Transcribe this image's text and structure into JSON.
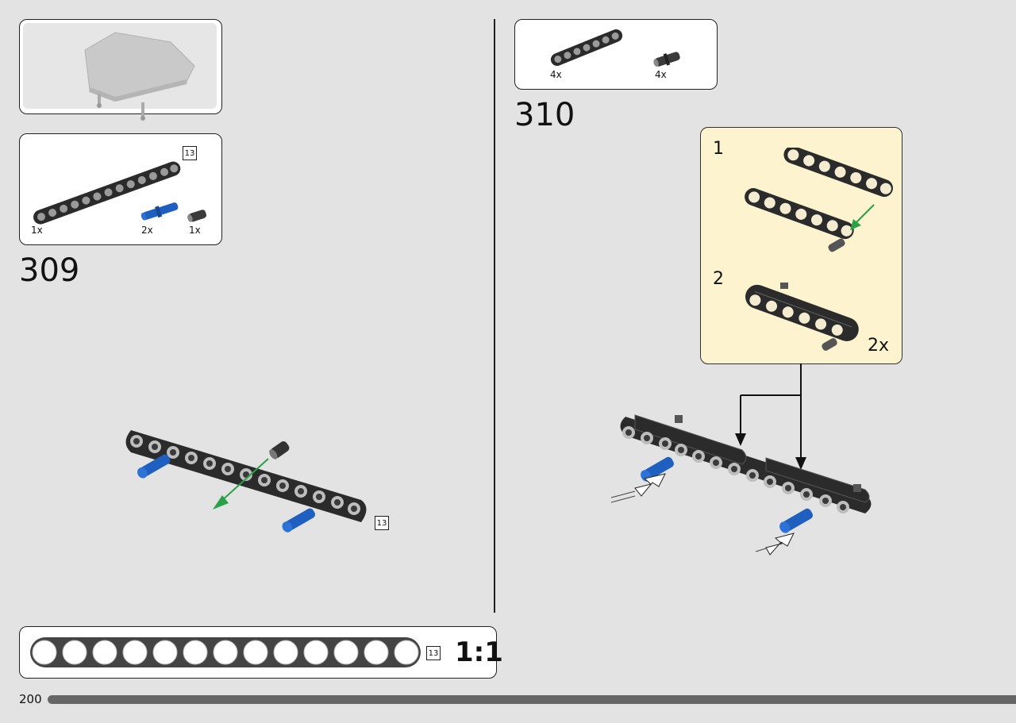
{
  "page_number": "200",
  "left": {
    "prev_box": {},
    "parts_box": {
      "beam_tag": "13",
      "parts": [
        {
          "name": "beam-13",
          "qty": "1x"
        },
        {
          "name": "blue-pin",
          "qty": "2x"
        },
        {
          "name": "black-pin",
          "qty": "1x"
        }
      ]
    },
    "step_number": "309",
    "assembly_tag": "13"
  },
  "right": {
    "parts_box": {
      "parts": [
        {
          "name": "beam-7",
          "qty": "4x"
        },
        {
          "name": "black-pin",
          "qty": "4x"
        }
      ]
    },
    "step_number": "310",
    "substeps": [
      {
        "number": "1"
      },
      {
        "number": "2",
        "multiplier": "2x"
      }
    ]
  },
  "ruler": {
    "tag": "13",
    "scale": "1:1",
    "holes": 13
  },
  "colors": {
    "background": "#e3e3e3",
    "beam": "#2b2b2b",
    "pin_blue": "#1f5fbf",
    "arrow_green": "#2aa146",
    "sub_panel": "#fdf3cf"
  }
}
